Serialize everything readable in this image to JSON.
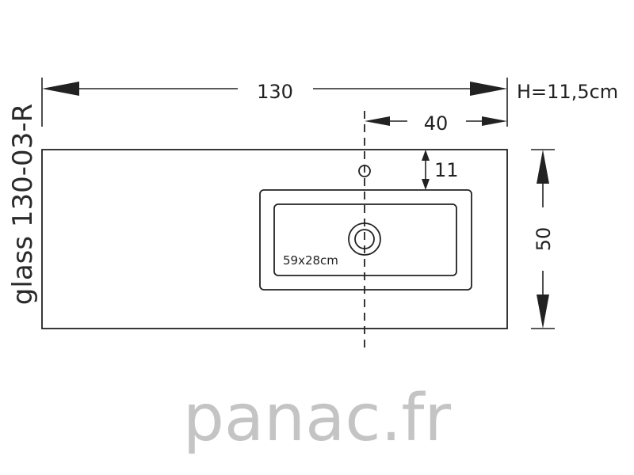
{
  "diagram": {
    "model_label": "glass 130-03-R",
    "width_label": "130",
    "height_label": "H=11,5cm",
    "offset_label": "40",
    "tap_offset_label": "11",
    "depth_label": "50",
    "basin_size_label": "59x28cm",
    "logo_main": "panac",
    "logo_dot": ".",
    "logo_tld": "fr"
  },
  "colors": {
    "line": "#222222",
    "logo": "#c4c4c4"
  }
}
